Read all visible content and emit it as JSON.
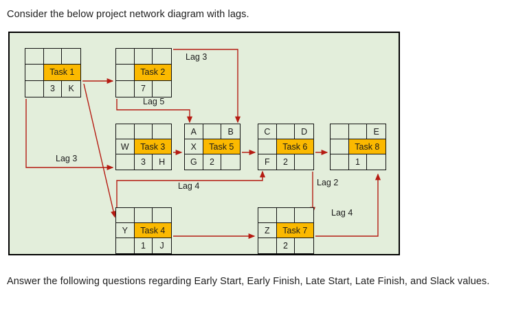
{
  "intro": {
    "text": "Consider the below project network diagram with lags."
  },
  "outro": {
    "text": "Answer the following questions regarding Early Start, Early Finish, Late Start, Late Finish, and Slack values."
  },
  "colors": {
    "panel_background": "#e3eedb",
    "panel_border": "#000000",
    "task_name_fill": "#fbb900",
    "box_border": "#111111",
    "arrow": "#b51b12",
    "text": "#1a1a1a"
  },
  "diagram": {
    "type": "project-network-diagram-with-lags",
    "nodes": [
      {
        "id": "task1",
        "name": "Task 1",
        "top": [
          "",
          "",
          ""
        ],
        "mid_left": "",
        "bottom": [
          "",
          "3",
          "K"
        ]
      },
      {
        "id": "task2",
        "name": "Task 2",
        "top": [
          "",
          "",
          ""
        ],
        "mid_left": "",
        "bottom": [
          "",
          "7",
          ""
        ]
      },
      {
        "id": "task3",
        "name": "Task 3",
        "top": [
          "",
          "",
          ""
        ],
        "mid_left": "W",
        "bottom": [
          "",
          "3",
          "H"
        ]
      },
      {
        "id": "task4",
        "name": "Task 4",
        "top": [
          "",
          "",
          ""
        ],
        "mid_left": "Y",
        "bottom": [
          "",
          "1",
          "J"
        ]
      },
      {
        "id": "task5",
        "name": "Task 5",
        "top": [
          "A",
          "",
          "B"
        ],
        "mid_left": "X",
        "bottom": [
          "G",
          "2",
          ""
        ]
      },
      {
        "id": "task6",
        "name": "Task 6",
        "top": [
          "C",
          "",
          "D"
        ],
        "mid_left": "",
        "bottom": [
          "F",
          "2",
          ""
        ]
      },
      {
        "id": "task7",
        "name": "Task 7",
        "top": [
          "",
          "",
          ""
        ],
        "mid_left": "Z",
        "bottom": [
          "",
          "2",
          ""
        ]
      },
      {
        "id": "task8",
        "name": "Task 8",
        "top": [
          "",
          "",
          "E"
        ],
        "mid_left": "",
        "bottom": [
          "",
          "1",
          ""
        ]
      }
    ],
    "lag_labels": [
      {
        "id": "lag-top-right",
        "text": "Lag 3"
      },
      {
        "id": "lag-task2-task3",
        "text": "Lag 5"
      },
      {
        "id": "lag-task1-task3",
        "text": "Lag 3"
      },
      {
        "id": "lag-task4-task6",
        "text": "Lag 4"
      },
      {
        "id": "lag-task6-task7",
        "text": "Lag 2"
      },
      {
        "id": "lag-task7-task8",
        "text": "Lag 4"
      }
    ]
  }
}
